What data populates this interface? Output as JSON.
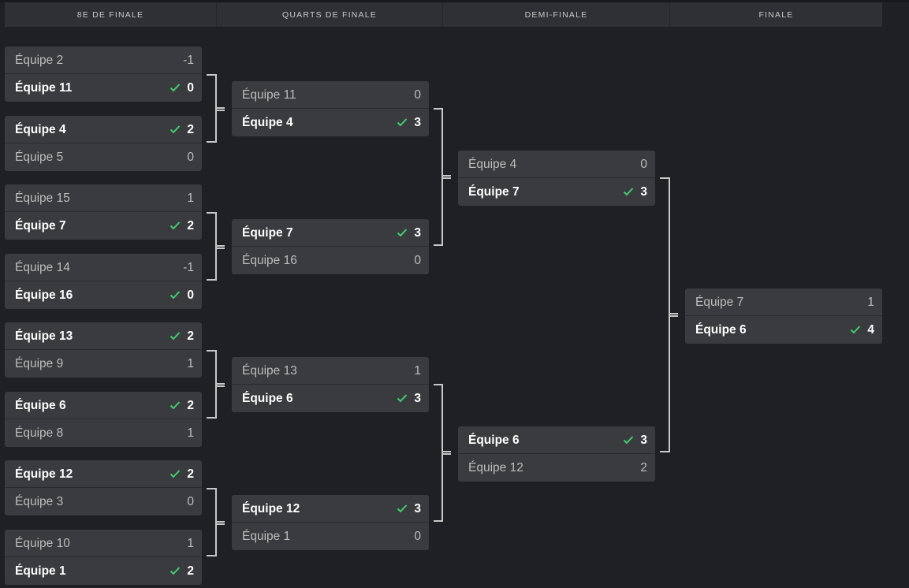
{
  "colors": {
    "background": "#1f2024",
    "header": "#2f3034",
    "match_bg": "#3a3b3e",
    "check": "#3ecf6e",
    "connector": "#c8c8c8"
  },
  "rounds": [
    "8E DE FINALE",
    "QUARTS DE FINALE",
    "DEMI-FINALE",
    "FINALE"
  ],
  "matches": {
    "r16": [
      {
        "t1": {
          "name": "Équipe 2",
          "score": "-1",
          "win": false
        },
        "t2": {
          "name": "Équipe 11",
          "score": "0",
          "win": true
        }
      },
      {
        "t1": {
          "name": "Équipe 4",
          "score": "2",
          "win": true
        },
        "t2": {
          "name": "Équipe 5",
          "score": "0",
          "win": false
        }
      },
      {
        "t1": {
          "name": "Équipe 15",
          "score": "1",
          "win": false
        },
        "t2": {
          "name": "Équipe 7",
          "score": "2",
          "win": true
        }
      },
      {
        "t1": {
          "name": "Équipe 14",
          "score": "-1",
          "win": false
        },
        "t2": {
          "name": "Équipe 16",
          "score": "0",
          "win": true
        }
      },
      {
        "t1": {
          "name": "Équipe 13",
          "score": "2",
          "win": true
        },
        "t2": {
          "name": "Équipe 9",
          "score": "1",
          "win": false
        }
      },
      {
        "t1": {
          "name": "Équipe 6",
          "score": "2",
          "win": true
        },
        "t2": {
          "name": "Équipe 8",
          "score": "1",
          "win": false
        }
      },
      {
        "t1": {
          "name": "Équipe 12",
          "score": "2",
          "win": true
        },
        "t2": {
          "name": "Équipe 3",
          "score": "0",
          "win": false
        }
      },
      {
        "t1": {
          "name": "Équipe 10",
          "score": "1",
          "win": false
        },
        "t2": {
          "name": "Équipe 1",
          "score": "2",
          "win": true
        }
      }
    ],
    "qf": [
      {
        "t1": {
          "name": "Équipe 11",
          "score": "0",
          "win": false
        },
        "t2": {
          "name": "Équipe 4",
          "score": "3",
          "win": true
        }
      },
      {
        "t1": {
          "name": "Équipe 7",
          "score": "3",
          "win": true
        },
        "t2": {
          "name": "Équipe 16",
          "score": "0",
          "win": false
        }
      },
      {
        "t1": {
          "name": "Équipe 13",
          "score": "1",
          "win": false
        },
        "t2": {
          "name": "Équipe 6",
          "score": "3",
          "win": true
        }
      },
      {
        "t1": {
          "name": "Équipe 12",
          "score": "3",
          "win": true
        },
        "t2": {
          "name": "Équipe 1",
          "score": "0",
          "win": false
        }
      }
    ],
    "sf": [
      {
        "t1": {
          "name": "Équipe 4",
          "score": "0",
          "win": false
        },
        "t2": {
          "name": "Équipe 7",
          "score": "3",
          "win": true
        }
      },
      {
        "t1": {
          "name": "Équipe 6",
          "score": "3",
          "win": true
        },
        "t2": {
          "name": "Équipe 12",
          "score": "2",
          "win": false
        }
      }
    ],
    "final": [
      {
        "t1": {
          "name": "Équipe 7",
          "score": "1",
          "win": false
        },
        "t2": {
          "name": "Équipe 6",
          "score": "4",
          "win": true
        }
      }
    ]
  }
}
